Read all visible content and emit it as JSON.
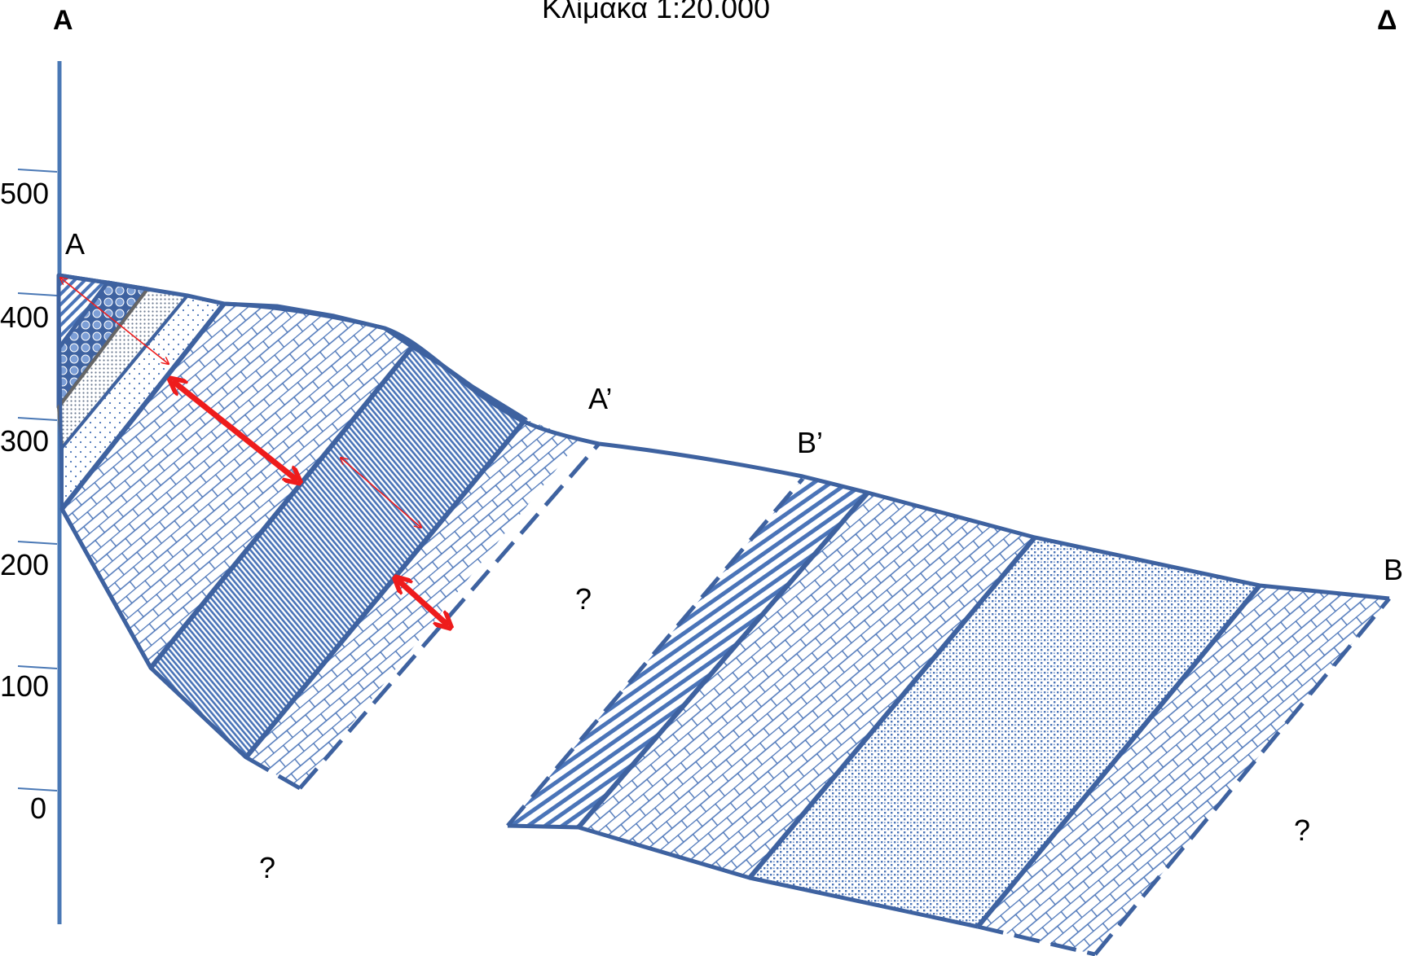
{
  "header": {
    "left_corner": "Α",
    "right_corner": "Δ",
    "scale_text": "Κλίμακα 1:20.000"
  },
  "axis": {
    "ticks": [
      "500",
      "400",
      "300",
      "200",
      "100",
      "0"
    ]
  },
  "points": {
    "a": "A",
    "a_prime": "A’",
    "b_prime": "B’",
    "b": "B"
  },
  "unknowns": [
    "?",
    "?",
    "?"
  ],
  "colors": {
    "line": "#3e62a0",
    "pattern": "#4a74b8",
    "arrow": "#ee1c1c",
    "axis": "#4a78b5"
  },
  "patterns": [
    "diagonal-hatch",
    "circles",
    "fine-dots",
    "sparse-dots",
    "brick",
    "vertical-lines",
    "horizontal-lines",
    "stipple"
  ]
}
